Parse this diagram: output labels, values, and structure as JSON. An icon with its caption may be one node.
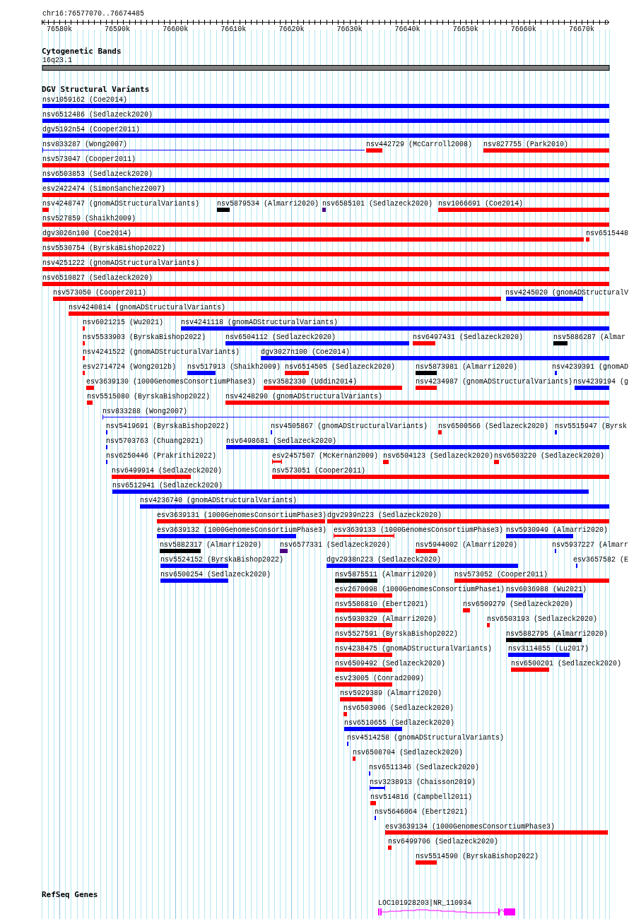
{
  "diagram": {
    "nodes": [
      {
        "text": [
          "16q23.1"
        ]
      },
      {
        "text": [
          "nsv1059162 (Coe2014)"
        ]
      },
      {
        "text": [
          "nsv6512486 (Sedlazeck2020)"
        ]
      },
      {
        "text": [
          "dgv5192n54 (Cooper2011)"
        ]
      },
      {
        "text": [
          "nsv833287 (Wong2007)"
        ]
      },
      {
        "text": [
          "nsv442729 (McCarroll2008)"
        ]
      },
      {
        "text": [
          "nsv827755 (Park2010)"
        ]
      },
      {
        "text": [
          "nsv573047 (Cooper2011)"
        ]
      },
      {
        "text": [
          "nsv6503853 (Sedlazeck2020)"
        ]
      },
      {
        "text": [
          "esv2422474 (SimonSanchez2007)"
        ]
      },
      {
        "text": [
          "nsv4248747 (gnomADStructuralVariants)"
        ]
      },
      {
        "text": [
          "nsv5879534 (Almarri2020)"
        ]
      },
      {
        "text": [
          "nsv6585101 (Sedlazeck2020)"
        ]
      },
      {
        "text": [
          "nsv1066691 (Coe2014)"
        ]
      },
      {
        "text": [
          "nsv527859 (Shaikh2009)"
        ]
      },
      {
        "text": [
          "dgv3026n100 (Coe2014)"
        ]
      },
      {
        "text": [
          "nsv6515448"
        ]
      },
      {
        "text": [
          "nsv5530754 (ByrskaBishop2022)"
        ]
      },
      {
        "text": [
          "nsv4251222 (gnomADStructuralVariants)"
        ]
      },
      {
        "text": [
          "nsv6510827 (Sedlazeck2020)"
        ]
      },
      {
        "text": [
          "nsv573050 (Cooper2011)"
        ]
      },
      {
        "text": [
          "nsv4245020 (gnomADStructuralV"
        ]
      },
      {
        "text": [
          "nsv4240814 (gnomADStructuralVariants)"
        ]
      },
      {
        "text": [
          "nsv6021215 (Wu2021)"
        ]
      },
      {
        "text": [
          "nsv4241118 (gnomADStructuralVariants)"
        ]
      },
      {
        "text": [
          "nsv5533903 (ByrskaBishop2022)"
        ]
      },
      {
        "text": [
          "nsv6504112 (Sedlazeck2020)"
        ]
      },
      {
        "text": [
          "nsv6497431 (Sedlazeck2020)"
        ]
      },
      {
        "text": [
          "nsv5886287 (Almar"
        ]
      },
      {
        "text": [
          "nsv4241522 (gnomADStructuralVariants)"
        ]
      },
      {
        "text": [
          "dgv3027n100 (Coe2014)"
        ]
      },
      {
        "text": [
          "esv2714724 (Wong2012b)"
        ]
      },
      {
        "text": [
          "nsv517913 (Shaikh2009)"
        ]
      },
      {
        "text": [
          "nsv6514505 (Sedlazeck2020)"
        ]
      },
      {
        "text": [
          "nsv5873981 (Almarri2020)"
        ]
      },
      {
        "text": [
          "nsv4239391 (gnomAD"
        ]
      },
      {
        "text": [
          "esv3639130 (1000GenomesConsortiumPhase3)"
        ]
      },
      {
        "text": [
          "esv3582330 (Uddin2014)"
        ]
      },
      {
        "text": [
          "nsv4234987 (gnomADStructuralVariants)"
        ]
      },
      {
        "text": [
          "nsv4239194 (g"
        ]
      },
      {
        "text": [
          "nsv5515080 (ByrskaBishop2022)"
        ]
      },
      {
        "text": [
          "nsv4248290 (gnomADStructuralVariants)"
        ]
      },
      {
        "text": [
          "nsv833288 (Wong2007)"
        ]
      },
      {
        "text": [
          "nsv5419691 (ByrskaBishop2022)"
        ]
      },
      {
        "text": [
          "nsv4505867 (gnomADStructuralVariants)"
        ]
      },
      {
        "text": [
          "nsv6500566 (Sedlazeck2020)"
        ]
      },
      {
        "text": [
          "nsv5515947 (Byrsk"
        ]
      },
      {
        "text": [
          "nsv5703763 (Chuang2021)"
        ]
      },
      {
        "text": [
          "nsv6498681 (Sedlazeck2020)"
        ]
      },
      {
        "text": [
          "nsv6250446 (Prakrithi2022)"
        ]
      },
      {
        "text": [
          "esv2457507 (McKernan2009)"
        ]
      },
      {
        "text": [
          "nsv6504123 (Sedlazeck2020)"
        ]
      },
      {
        "text": [
          "nsv6503220 (Sedlazeck2020)"
        ]
      },
      {
        "text": [
          "nsv6499914 (Sedlazeck2020)"
        ]
      },
      {
        "text": [
          "nsv573051 (Cooper2011)"
        ]
      },
      {
        "text": [
          "nsv6512941 (Sedlazeck2020)"
        ]
      },
      {
        "text": [
          "nsv4236740 (gnomADStructuralVariants)"
        ]
      },
      {
        "text": [
          "esv3639131 (1000GenomesConsortiumPhase3)"
        ]
      },
      {
        "text": [
          "dgv2939n223 (Sedlazeck2020)"
        ]
      },
      {
        "text": [
          "esv3639132 (1000GenomesConsortiumPhase3)"
        ]
      },
      {
        "text": [
          "esv3639133 (1000GenomesConsortiumPhase3)"
        ]
      },
      {
        "text": [
          "nsv5930949 (Almarri2020)"
        ]
      },
      {
        "text": [
          "nsv5882317 (Almarri2020)"
        ]
      },
      {
        "text": [
          "nsv6577331 (Sedlazeck2020)"
        ]
      },
      {
        "text": [
          "nsv5944002 (Almarri2020)"
        ]
      },
      {
        "text": [
          "nsv5937227 (Almarr"
        ]
      },
      {
        "text": [
          "nsv5524152 (ByrskaBishop2022)"
        ]
      },
      {
        "text": [
          "dgv2938n223 (Sedlazeck2020)"
        ]
      },
      {
        "text": [
          "esv3657582 (E"
        ]
      },
      {
        "text": [
          "nsv6500254 (Sedlazeck2020)"
        ]
      },
      {
        "text": [
          "nsv5875511 (Almarri2020)"
        ]
      },
      {
        "text": [
          "nsv573052 (Cooper2011)"
        ]
      },
      {
        "text": [
          "esv2670098 (1000GenomesConsortiumPhase1)"
        ]
      },
      {
        "text": [
          "nsv6036988 (Wu2021)"
        ]
      },
      {
        "text": [
          "nsv5586810 (Ebert2021)"
        ]
      },
      {
        "text": [
          "nsv6509279 (Sedlazeck2020)"
        ]
      },
      {
        "text": [
          "nsv5930329 (Almarri2020)"
        ]
      },
      {
        "text": [
          "nsv6503193 (Sedlazeck2020)"
        ]
      },
      {
        "text": [
          "nsv5527591 (ByrskaBishop2022)"
        ]
      },
      {
        "text": [
          "nsv5882795 (Almarri2020)"
        ]
      },
      {
        "text": [
          "nsv4238475 (gnomADStructuralVariants)"
        ]
      },
      {
        "text": [
          "nsv3114855 (Lu2017)"
        ]
      },
      {
        "text": [
          "nsv6509492 (Sedlazeck2020)"
        ]
      },
      {
        "text": [
          "nsv6500201 (Sedlazeck2020)"
        ]
      },
      {
        "text": [
          "esv23005 (Conrad2009)"
        ]
      },
      {
        "text": [
          "nsv5929389 (Almarri2020)"
        ]
      },
      {
        "text": [
          "nsv6503906 (Sedlazeck2020)"
        ]
      },
      {
        "text": [
          "nsv6510655 (Sedlazeck2020)"
        ]
      },
      {
        "text": [
          "nsv4514258 (gnomADStructuralVariants)"
        ]
      },
      {
        "text": [
          "nsv6508704 (Sedlazeck2020)"
        ]
      },
      {
        "text": [
          "nsv6511346 (Sedlazeck2020)"
        ]
      },
      {
        "text": [
          "nsv3238913 (Chaisson2019)"
        ]
      },
      {
        "text": [
          "nsv514816 (Campbell2011)"
        ]
      },
      {
        "text": [
          "nsv5646064 (Ebert2021)"
        ]
      },
      {
        "text": [
          "esv3639134 (1000GenomesConsortiumPhase3)"
        ]
      },
      {
        "text": [
          "nsv6499706 (Sedlazeck2020)"
        ]
      },
      {
        "text": [
          "nsv5514590 (ByrskaBishop2022)"
        ]
      },
      {
        "text": [
          "LOC101928203|NR_110934"
        ]
      }
    ],
    "labels": [
      "chr16:76577070..76674485",
      "76580k",
      "76590k",
      "76600k",
      "76610k",
      "76620k",
      "76630k",
      "76640k",
      "76650k",
      "76660k",
      "76670k",
      "Cytogenetic Bands",
      "DGV Structural Variants",
      "RefSeq Genes"
    ]
  }
}
